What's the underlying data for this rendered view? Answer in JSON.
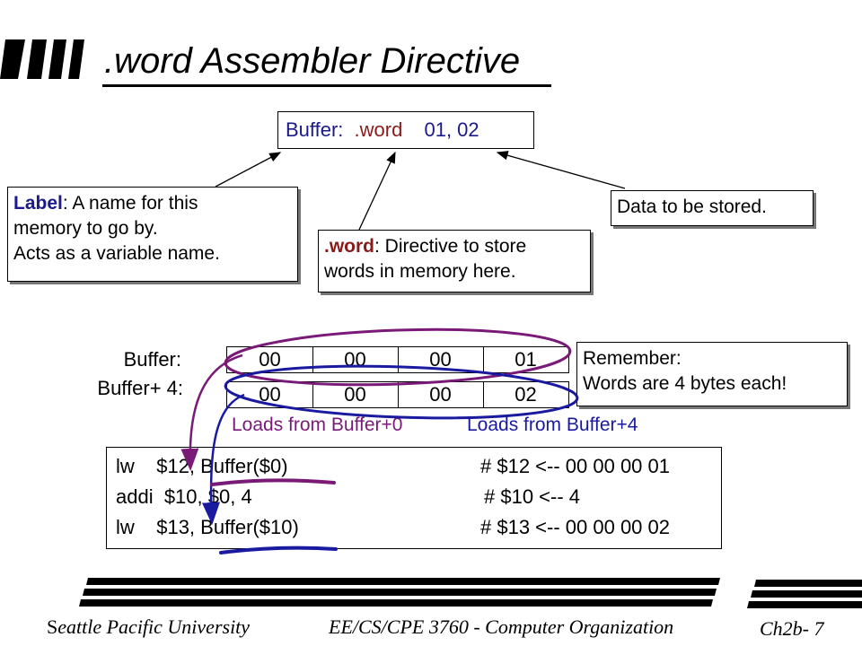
{
  "slide": {
    "title": ".word Assembler Directive"
  },
  "directive": {
    "label": "Buffer:",
    "keyword": ".word",
    "values": "01, 02"
  },
  "callouts": {
    "label_term": "Label",
    "label_text_1": ": A name for this",
    "label_text_2": "memory to go by.",
    "label_text_3": "Acts as a variable name.",
    "word_term": ".word",
    "word_text_1": ": Directive to store",
    "word_text_2": "words in memory here.",
    "data_text": "Data to be stored.",
    "remember_1": "Remember:",
    "remember_2": "Words are 4 bytes each!"
  },
  "memory": {
    "row_labels": [
      "Buffer:",
      "Buffer+ 4:"
    ],
    "rows": [
      [
        "00",
        "00",
        "00",
        "01"
      ],
      [
        "00",
        "00",
        "00",
        "02"
      ]
    ],
    "load_label_0": "Loads from Buffer+0",
    "load_label_4": "Loads from Buffer+4"
  },
  "code": [
    {
      "instr": "lw    $12, Buffer($0)",
      "comment": "# $12 <-- 00 00 00 01"
    },
    {
      "instr": "addi  $10, $0, 4",
      "comment": "# $10 <-- 4"
    },
    {
      "instr": "lw    $13, Buffer($10)",
      "comment": "# $13 <-- 00 00 00 02"
    }
  ],
  "footer": {
    "university_initial": "S",
    "university_rest": "eattle Pacific University",
    "course": "EE/CS/CPE 3760 - Computer Organization",
    "page": "Ch2b- 7"
  },
  "colors": {
    "navy": "#1a1a8c",
    "dark_red": "#8b1a1a",
    "purple": "#7a1a78",
    "blue": "#1a1aa0"
  }
}
